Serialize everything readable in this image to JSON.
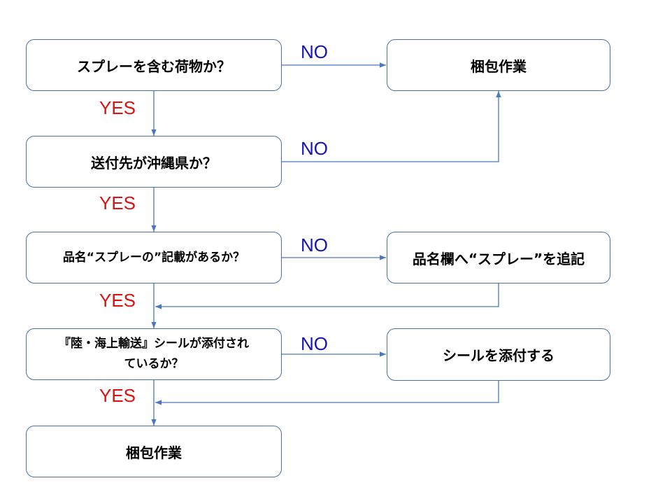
{
  "nodes": {
    "q1": "スプレーを含む荷物か？",
    "pack_top": "梱包作業",
    "q2": "送付先が沖縄県か？",
    "q3": "品名“スプレーの”記載があるか？",
    "add_name": "品名欄へ“スプレー”を追記",
    "q4_line1": "『陸・海上輸送』シールが添付され",
    "q4_line2": "ているか？",
    "attach_seal": "シールを添付する",
    "pack_bottom": "梱包作業"
  },
  "labels": {
    "yes": "YES",
    "no": "NO"
  },
  "colors": {
    "border": "#4a6fa5",
    "arrow": "#4a78c0",
    "yes": "#e01010",
    "no": "#1515b5"
  }
}
